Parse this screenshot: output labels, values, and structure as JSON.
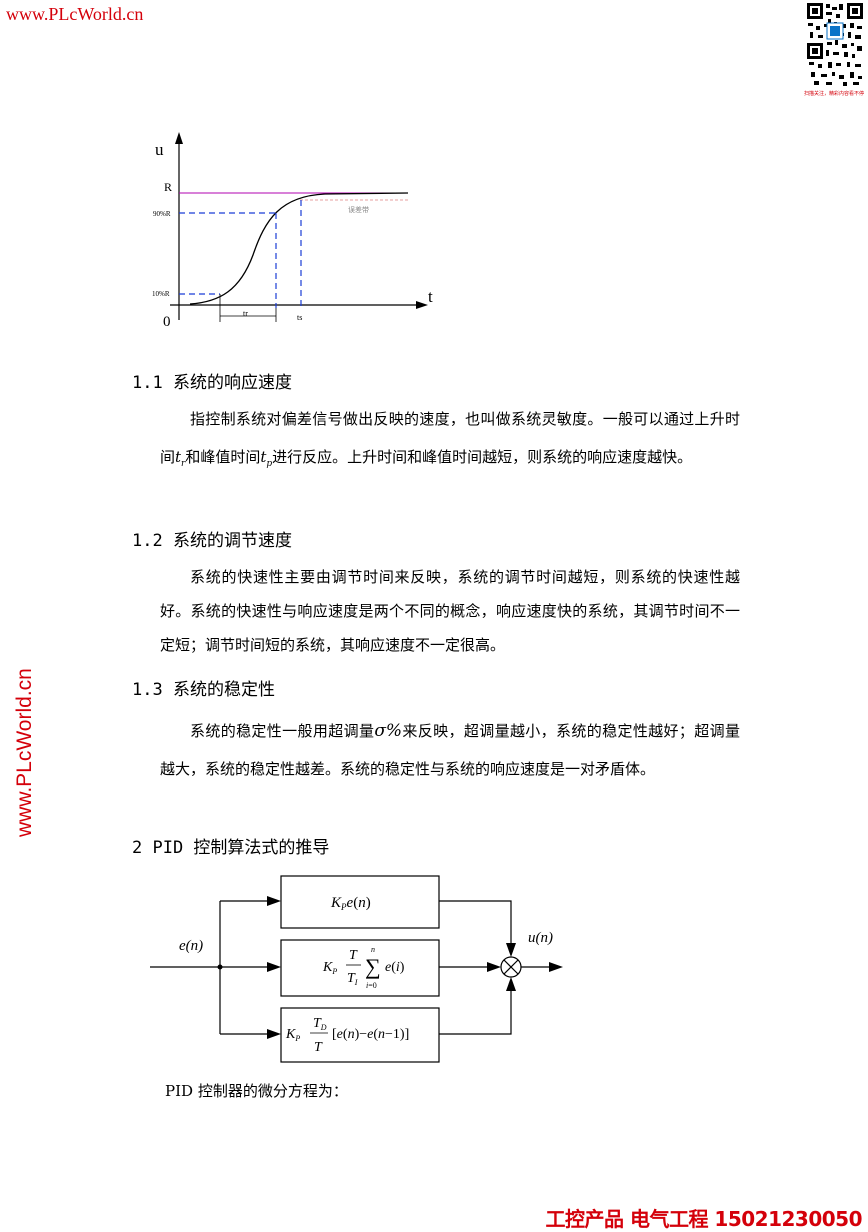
{
  "header": {
    "watermark_top": "www.PLcWorld.cn",
    "watermark_side": "www.PLcWorld.cn",
    "qr_caption": "扫描关注，精彩内容看不停"
  },
  "graph": {
    "y_axis_label": "u",
    "x_axis_label": "t",
    "origin_label": "0",
    "R_label": "R",
    "y90_label": "90%R",
    "y10_label": "10%R",
    "tr_label": "tr",
    "ts_label": "ts",
    "steady_label": "误差带"
  },
  "sections": [
    {
      "heading": "1.1 系统的响应速度",
      "paragraph_parts": [
        "指控制系统对偏差信号做出反映的速度，也叫做系统灵敏度。一般可以通过上升时间",
        "t",
        "r",
        "和峰值时间",
        "t",
        "p",
        "进行反应。上升时间和峰值时间越短，则系统的响应速度越快。"
      ]
    },
    {
      "heading": "1.2 系统的调节速度",
      "paragraph": "系统的快速性主要由调节时间来反映，系统的调节时间越短，则系统的快速性越好。系统的快速性与响应速度是两个不同的概念，响应速度快的系统，其调节时间不一定短；调节时间短的系统，其响应速度不一定很高。"
    },
    {
      "heading": "1.3 系统的稳定性",
      "paragraph_parts": [
        "系统的稳定性一般用超调量",
        "σ%",
        "来反映，超调量越小，系统的稳定性越好；超调量越大，系统的稳定性越差。系统的稳定性与系统的响应速度是一对矛盾体。"
      ]
    },
    {
      "heading": "2 PID 控制算法式的推导"
    }
  ],
  "diagram": {
    "input_label": "e(n)",
    "output_label": "u(n)",
    "block_p": "KPe(n)",
    "block_i": "KP T/TI Σ e(i)",
    "block_d": "KP TD/T [e(n)−e(n−1)]"
  },
  "note": "PID 控制器的微分方程为：",
  "footer": "工控产品  电气工程 15021230050",
  "colors": {
    "watermark": "#d4000a",
    "dashed": "#1a3cd6",
    "band": "#b000b0"
  }
}
